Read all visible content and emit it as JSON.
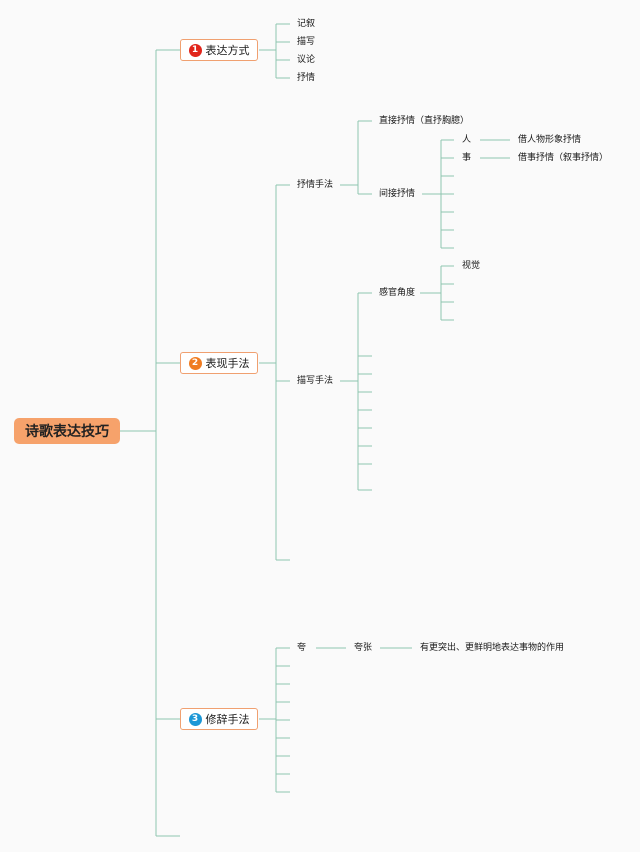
{
  "root": {
    "label": "诗歌表达技巧"
  },
  "categories": [
    {
      "num": "1",
      "label": "表达方式",
      "badge_color": "#e1251b",
      "children": [
        "记叙",
        "描写",
        "议论",
        "抒情"
      ]
    },
    {
      "num": "2",
      "label": "表现手法",
      "badge_color": "#f07c21"
    },
    {
      "num": "3",
      "label": "修辞手法",
      "badge_color": "#1c97d6"
    }
  ],
  "shuqing": {
    "label": "抒情手法",
    "direct": "直接抒情（直抒胸臆）",
    "indirect": "间接抒情",
    "ren": "人",
    "ren_desc": "借人物形象抒情",
    "shi": "事",
    "shi_desc": "借事抒情（叙事抒情）"
  },
  "miaoxie": {
    "label": "描写手法",
    "ganguan": "感官角度",
    "shijue": "视觉"
  },
  "xiuci": {
    "kua": "夸",
    "kuazhang": "夸张",
    "kuazhang_desc": "有更突出、更鲜明地表达事物的作用"
  },
  "colors": {
    "line": "#8fc5b0",
    "root_bg": "#f6a26b",
    "box_border": "#f0a070"
  }
}
